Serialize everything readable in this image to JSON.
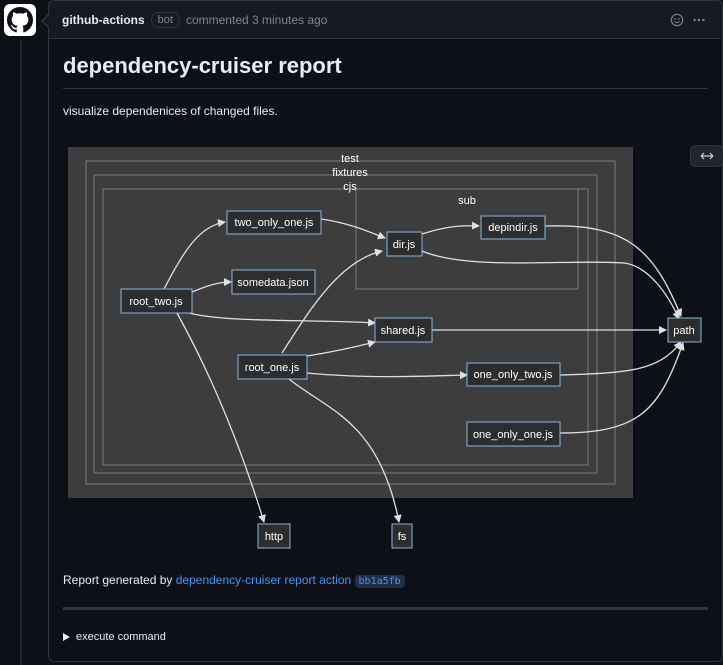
{
  "comment": {
    "author": "github-actions",
    "badge": "bot",
    "meta": "commented 3 minutes ago",
    "icons": [
      "github-logo-icon",
      "smiley-icon",
      "kebab-menu-icon",
      "expand-horizontal-icon",
      "triangle-right-icon"
    ]
  },
  "report": {
    "title": "dependency-cruiser report",
    "intro": "visualize dependenices of changed files.",
    "footer_prefix": "Report generated by ",
    "footer_link": "dependency-cruiser report action",
    "sha": "bb1a5fb",
    "details_summary": "execute command"
  },
  "graph": {
    "clusters": [
      "test",
      "fixtures",
      "cjs",
      "sub"
    ],
    "nodes": {
      "two_only_one": "two_only_one.js",
      "dir": "dir.js",
      "depindir": "depindir.js",
      "somedata": "somedata.json",
      "root_two": "root_two.js",
      "shared": "shared.js",
      "path": "path",
      "root_one": "root_one.js",
      "one_only_two": "one_only_two.js",
      "one_only_one": "one_only_one.js",
      "http": "http",
      "fs": "fs"
    }
  }
}
